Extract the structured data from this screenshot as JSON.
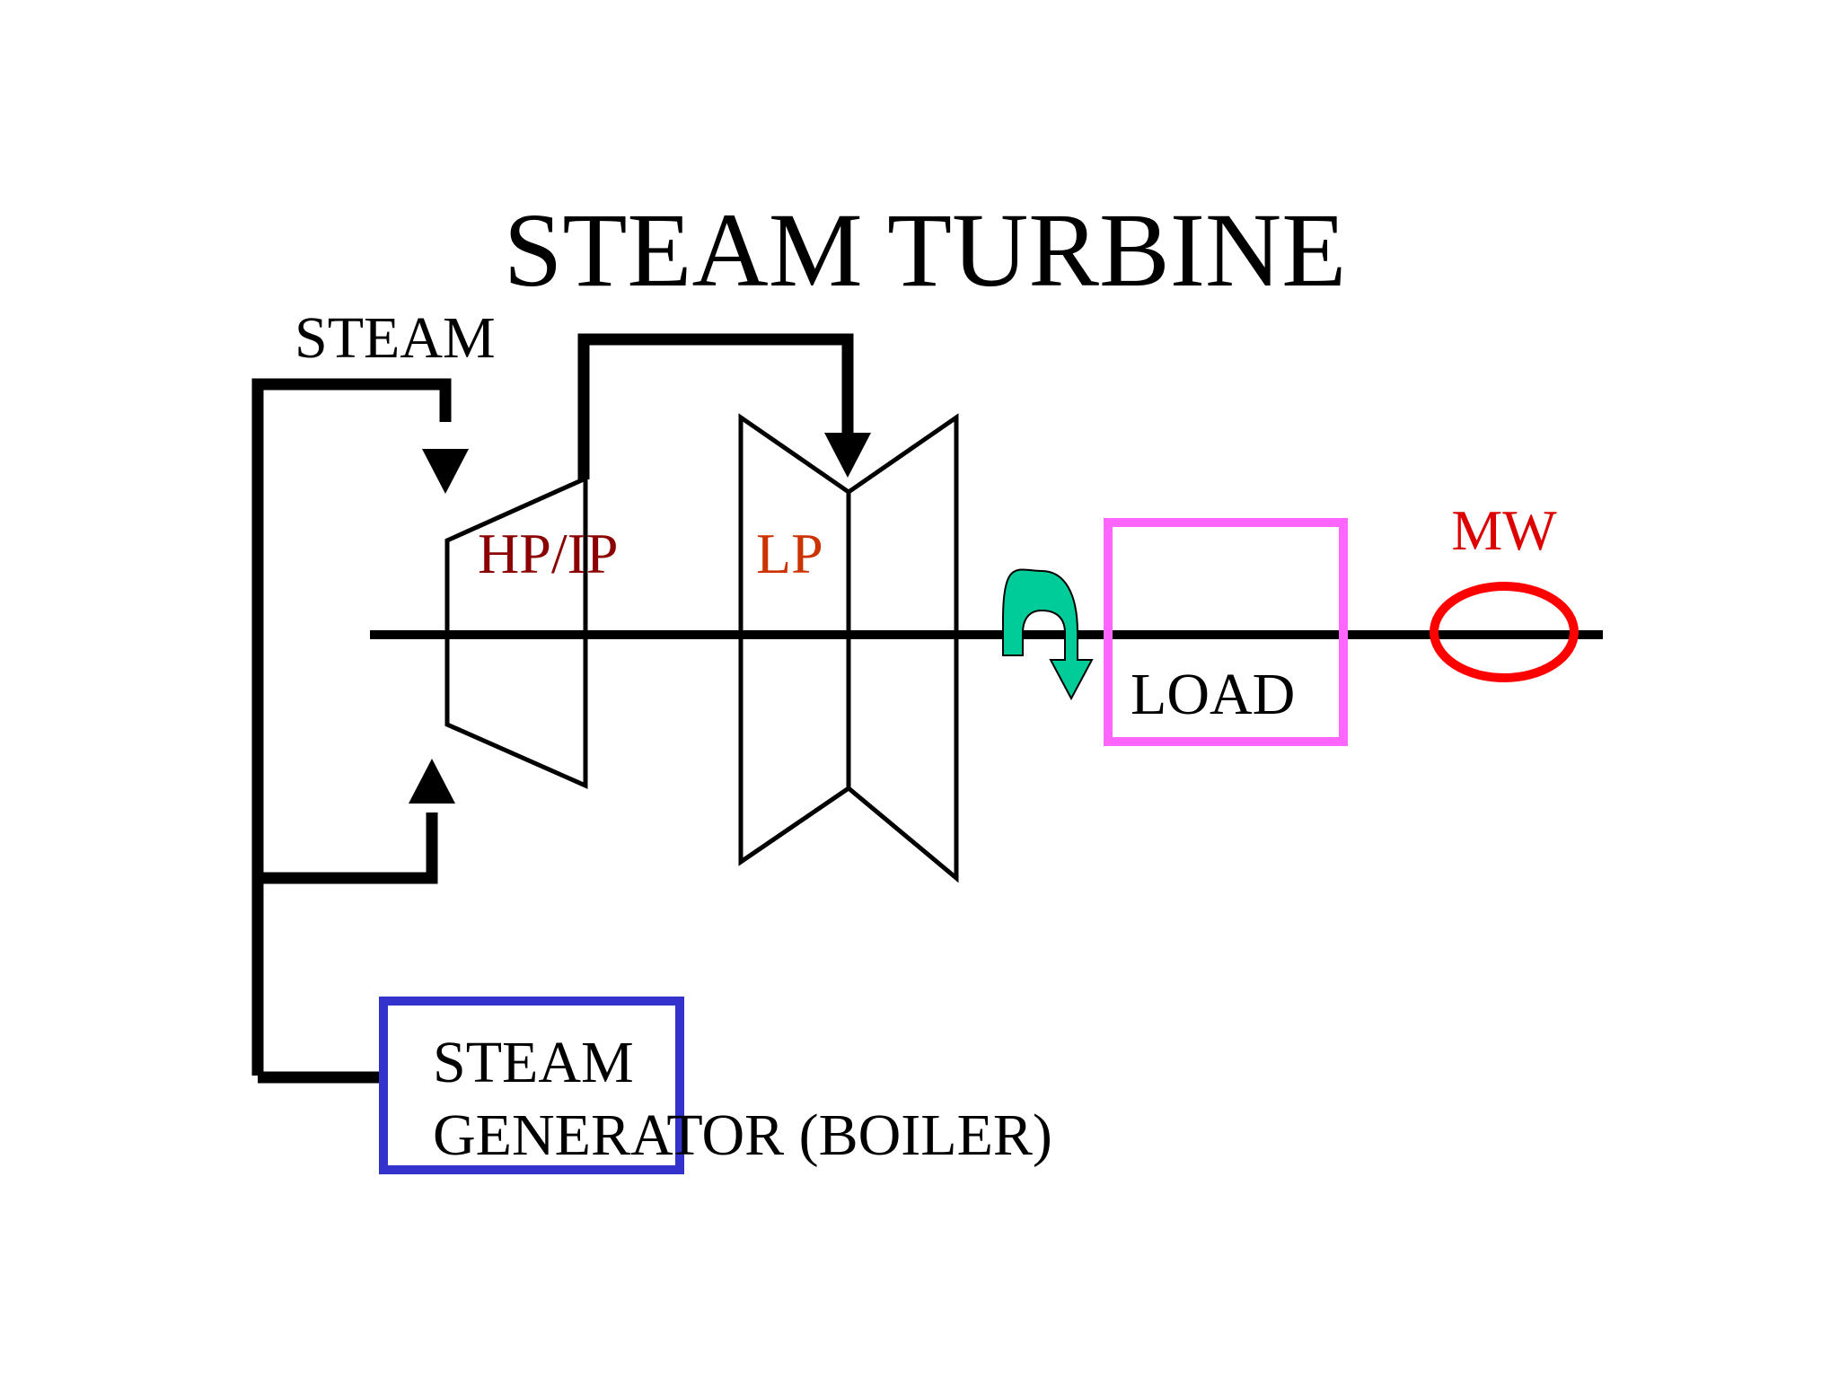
{
  "title": "STEAM TURBINE",
  "labels": {
    "steam": "STEAM",
    "hp_ip": "HP/IP",
    "lp": "LP",
    "load": "LOAD",
    "mw": "MW",
    "boiler_line1": "STEAM",
    "boiler_line2": "GENERATOR (BOILER)"
  },
  "icons": {
    "rotation": "curved-rotation-arrow-icon",
    "flow_arrow": "arrow-head-icon"
  },
  "colors": {
    "line": "#000000",
    "hp_ip_label": "#8b0000",
    "lp_label": "#cc3300",
    "load_box": "#ff66ff",
    "boiler_box": "#3333cc",
    "mw_ring": "#ff0000",
    "mw_label": "#dd0000",
    "rotation_arrow": "#00cc99"
  }
}
